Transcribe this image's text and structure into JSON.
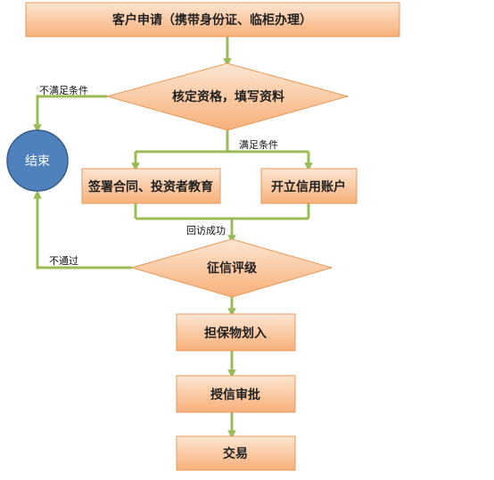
{
  "nodes": {
    "apply": "客户申请（携带身份证、临柜办理）",
    "verify": "核定资格，填写资料",
    "sign": "签署合同、投资者教育",
    "account": "开立信用账户",
    "credit": "征信评级",
    "collateral": "担保物划入",
    "approve": "授信审批",
    "trade": "交易",
    "end": "结束"
  },
  "labels": {
    "unmet": "不满足条件",
    "met": "满足条件",
    "visit": "回访成功",
    "fail": "不通过"
  },
  "colors": {
    "box_fill_top": "#fde3cc",
    "box_fill_bottom": "#f8b27a",
    "box_stroke": "#e69a5a",
    "arrow": "#9bbb59",
    "end_fill": "#4f81bd",
    "end_stroke": "#385d8a"
  }
}
